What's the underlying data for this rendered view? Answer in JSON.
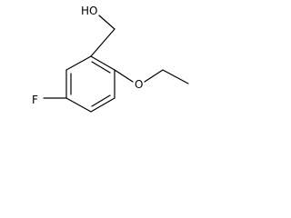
{
  "molecule": {
    "labels": {
      "hydroxyl": "HO",
      "fluorine": "F",
      "ether_oxygen": "O"
    },
    "colors": {
      "bond": "#000000",
      "text": "#000000",
      "background": "#ffffff"
    }
  }
}
